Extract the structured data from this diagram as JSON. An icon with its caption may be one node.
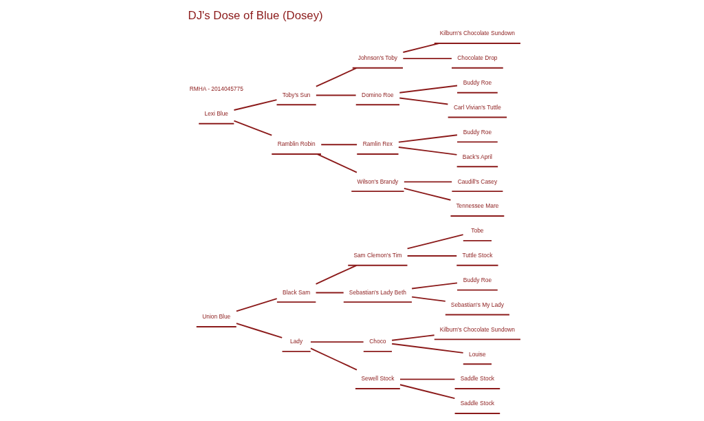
{
  "diagram": {
    "title": "DJ's Dose of Blue (Dosey)",
    "nodes": [
      {
        "text": [
          "Union Blue"
        ]
      },
      {
        "text": [
          "Black Sam"
        ]
      },
      {
        "text": [
          "Sam Clemon's Tim"
        ]
      },
      {
        "text": [
          "Tobe"
        ]
      },
      {
        "text": [
          "Tuttle Stock"
        ]
      },
      {
        "text": [
          "Sebastian's Lady Beth"
        ]
      },
      {
        "text": [
          "Buddy Roe"
        ]
      },
      {
        "text": [
          "Sebastian's My Lady"
        ]
      },
      {
        "text": [
          "Lady"
        ]
      },
      {
        "text": [
          "Choco"
        ]
      },
      {
        "text": [
          "Kilburn's Chocolate Sundown"
        ]
      },
      {
        "text": [
          "Louise"
        ]
      },
      {
        "text": [
          "Sewell Stock"
        ]
      },
      {
        "text": [
          "Saddle Stock"
        ]
      },
      {
        "text": [
          "Saddle Stock"
        ]
      },
      {
        "text": [
          "Lexi Blue"
        ]
      },
      {
        "text": [
          "Toby's Sun"
        ]
      },
      {
        "text": [
          "Johnson's Toby"
        ]
      },
      {
        "text": [
          "Kilburn's Chocolate Sundown"
        ]
      },
      {
        "text": [
          "Chocolate Drop"
        ]
      },
      {
        "text": [
          "Domino Roe"
        ]
      },
      {
        "text": [
          "Buddy Roe"
        ]
      },
      {
        "text": [
          "Carl Vivian's Tuttle"
        ]
      },
      {
        "text": [
          "Ramblin Robin"
        ]
      },
      {
        "text": [
          "Ramlin Rex"
        ]
      },
      {
        "text": [
          "Buddy Roe"
        ]
      },
      {
        "text": [
          "Back's April"
        ]
      },
      {
        "text": [
          "Wilson's Brandy"
        ]
      },
      {
        "text": [
          "Caudill's Casey"
        ]
      },
      {
        "text": [
          "Tennessee Mare"
        ]
      }
    ],
    "edges": [
      {
        "from": 0,
        "to": 1,
        "arrow": "none"
      },
      {
        "from": 0,
        "to": 8,
        "arrow": "none"
      },
      {
        "from": 1,
        "to": 2,
        "arrow": "none"
      },
      {
        "from": 1,
        "to": 5,
        "arrow": "none"
      },
      {
        "from": 2,
        "to": 3,
        "arrow": "none"
      },
      {
        "from": 2,
        "to": 4,
        "arrow": "none"
      },
      {
        "from": 5,
        "to": 6,
        "arrow": "none"
      },
      {
        "from": 5,
        "to": 7,
        "arrow": "none"
      },
      {
        "from": 8,
        "to": 9,
        "arrow": "none"
      },
      {
        "from": 8,
        "to": 12,
        "arrow": "none"
      },
      {
        "from": 9,
        "to": 10,
        "arrow": "none"
      },
      {
        "from": 9,
        "to": 11,
        "arrow": "none"
      },
      {
        "from": 12,
        "to": 13,
        "arrow": "none"
      },
      {
        "from": 12,
        "to": 14,
        "arrow": "none"
      },
      {
        "from": 15,
        "to": 16,
        "arrow": "none"
      },
      {
        "from": 15,
        "to": 23,
        "arrow": "none"
      },
      {
        "from": 16,
        "to": 17,
        "arrow": "none"
      },
      {
        "from": 16,
        "to": 20,
        "arrow": "none"
      },
      {
        "from": 17,
        "to": 18,
        "arrow": "none"
      },
      {
        "from": 17,
        "to": 19,
        "arrow": "none"
      },
      {
        "from": 20,
        "to": 21,
        "arrow": "none"
      },
      {
        "from": 20,
        "to": 22,
        "arrow": "none"
      },
      {
        "from": 23,
        "to": 24,
        "arrow": "none"
      },
      {
        "from": 23,
        "to": 27,
        "arrow": "none"
      },
      {
        "from": 24,
        "to": 25,
        "arrow": "none"
      },
      {
        "from": 24,
        "to": 26,
        "arrow": "none"
      },
      {
        "from": 27,
        "to": 28,
        "arrow": "none"
      },
      {
        "from": 27,
        "to": 29,
        "arrow": "none"
      }
    ],
    "labels": [
      "RMHA - 2014045775"
    ]
  }
}
